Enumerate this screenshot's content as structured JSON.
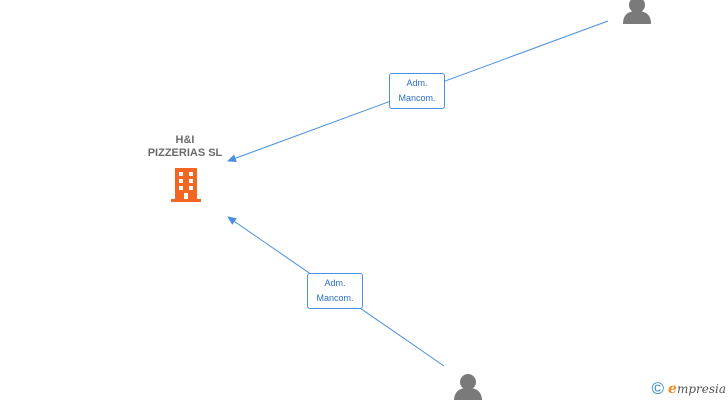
{
  "company": {
    "name_line1": "H&I",
    "name_line2": "PIZZERIAS  SL",
    "icon": "building-icon",
    "color": "#f26522"
  },
  "persons": [
    {
      "icon": "person-icon"
    },
    {
      "icon": "person-icon"
    }
  ],
  "relations": [
    {
      "label_line1": "Adm.",
      "label_line2": "Mancom."
    },
    {
      "label_line1": "Adm.",
      "label_line2": "Mancom."
    }
  ],
  "colors": {
    "edge": "#4a8fe0",
    "person": "#7a7a7a"
  },
  "watermark": {
    "symbol": "©",
    "brand_initial": "e",
    "brand_rest": "mpresia"
  }
}
